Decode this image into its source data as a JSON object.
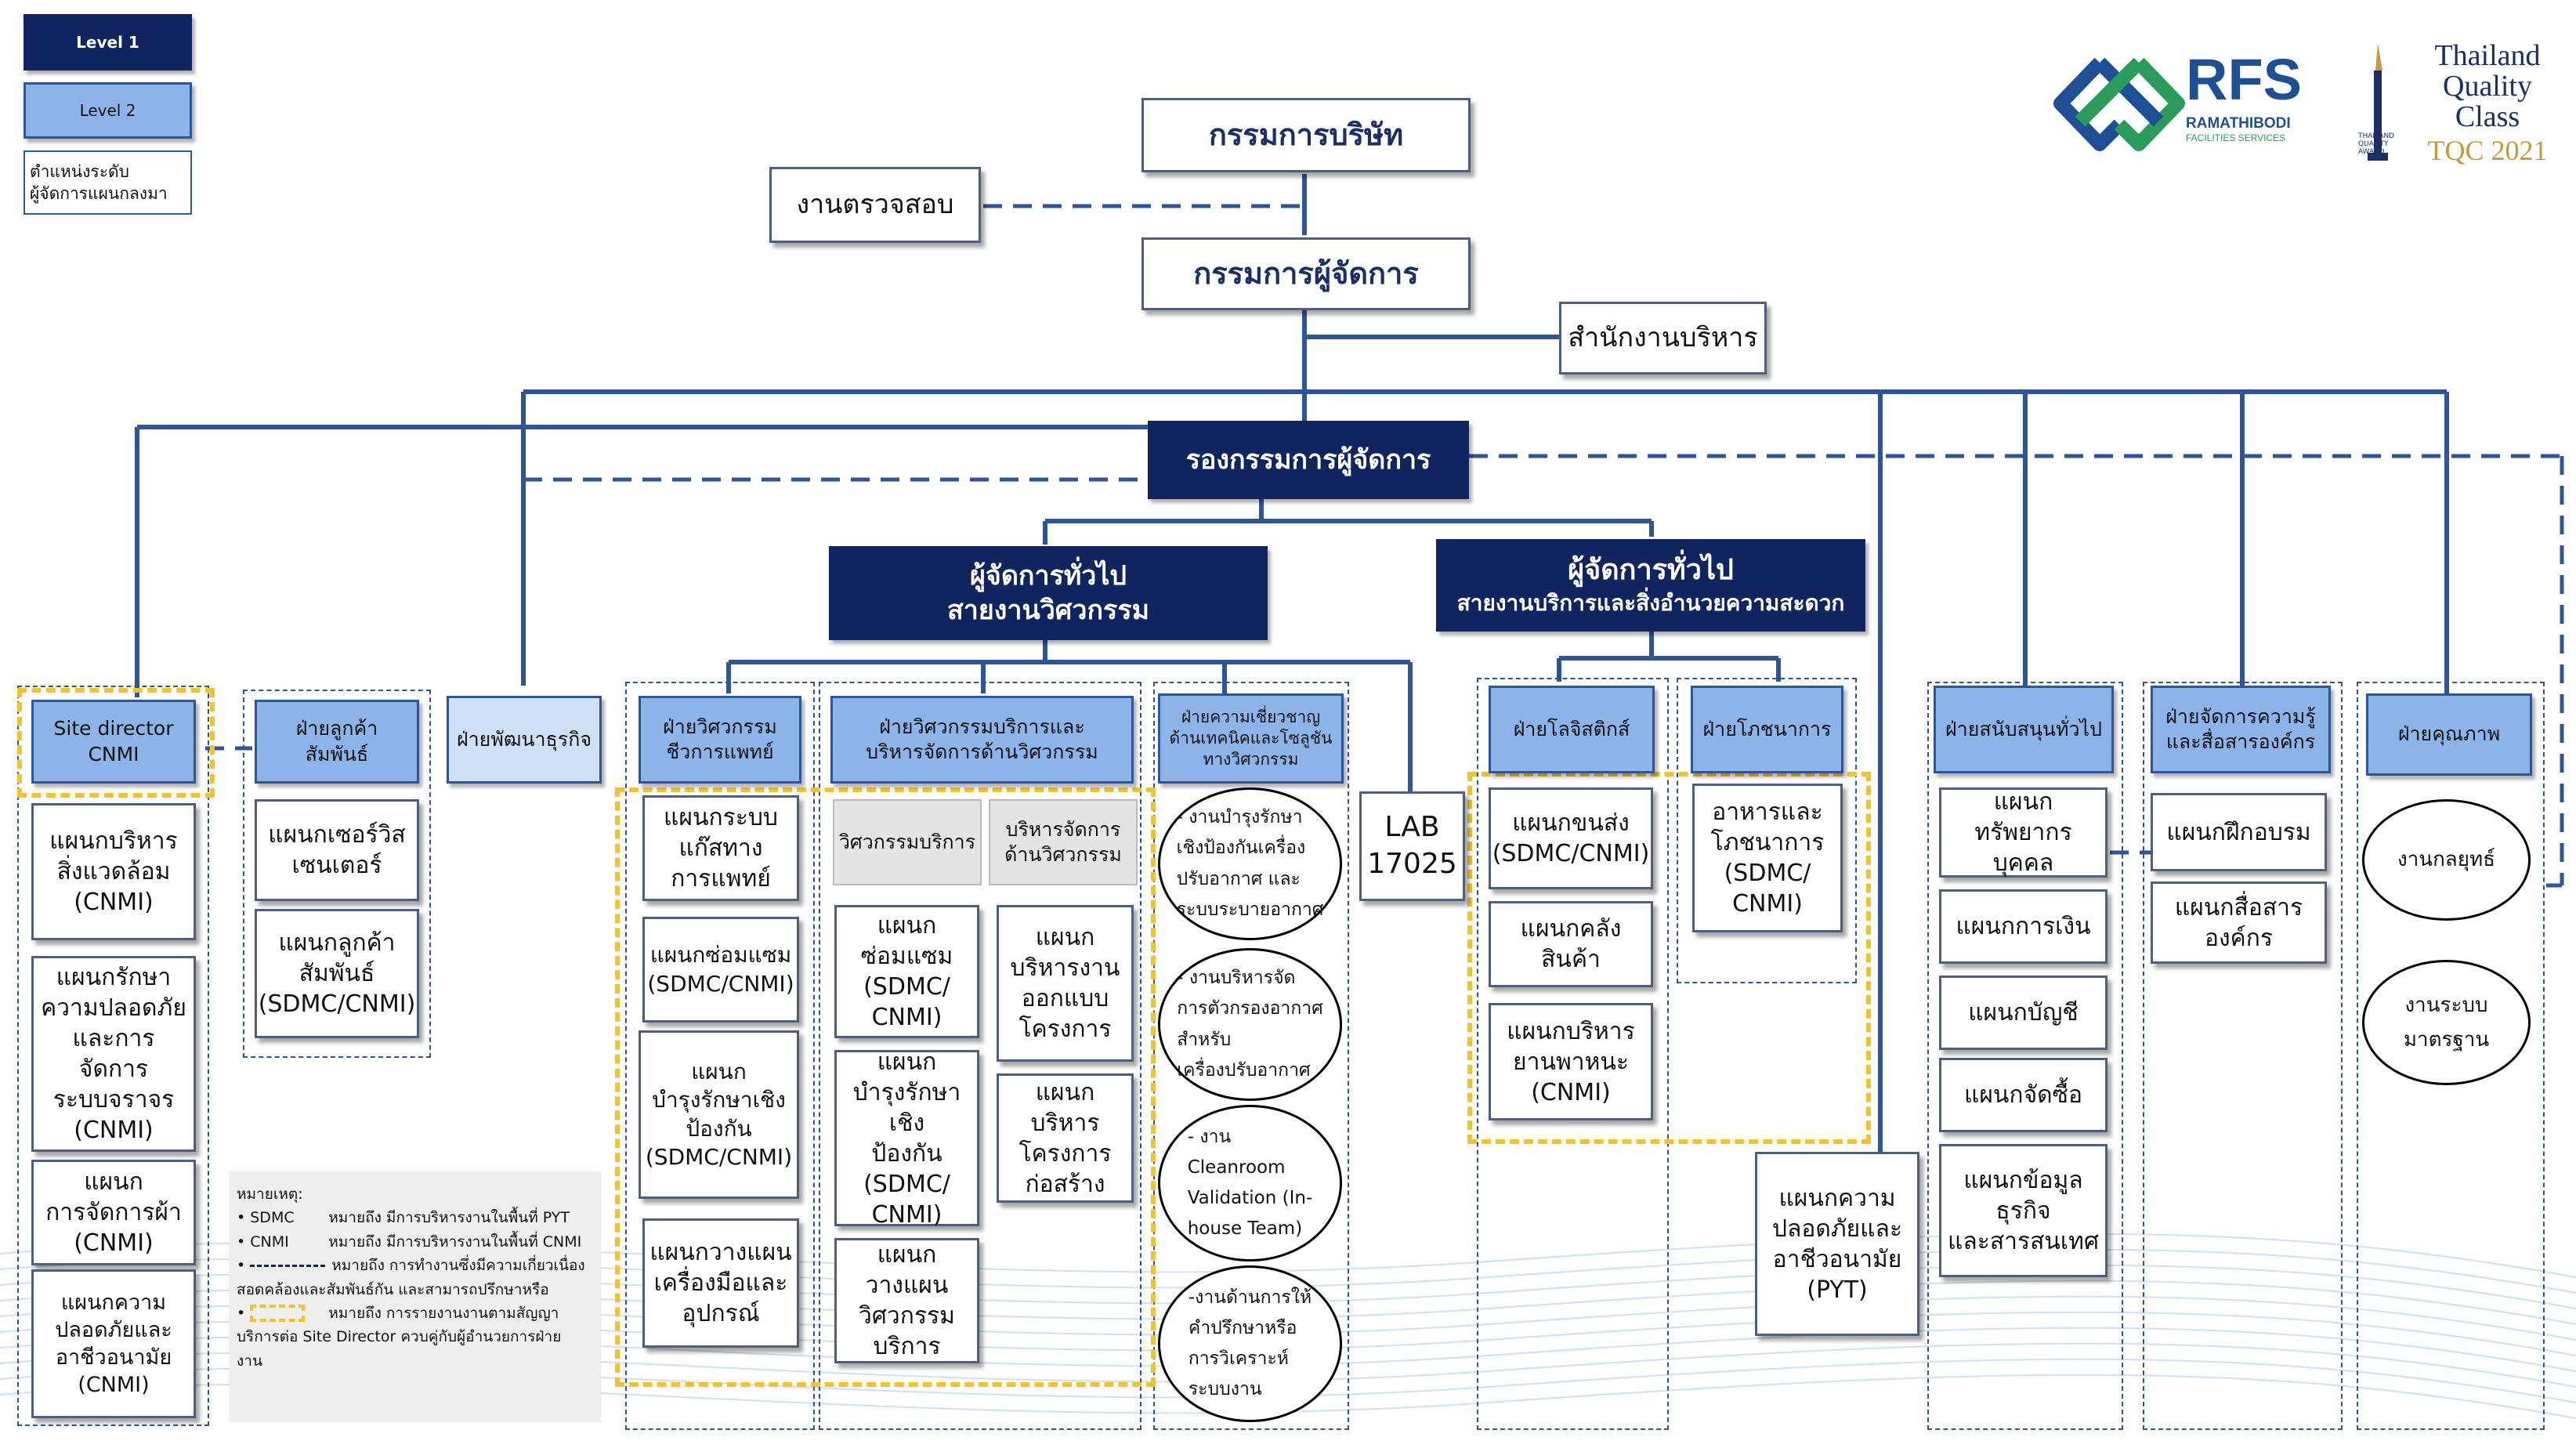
{
  "legend": {
    "level1": "Level 1",
    "level2": "Level 2",
    "position_note": "ตำแหน่งระดับ\nผู้จัดการแผนกลงมา"
  },
  "logos": {
    "rfs_main": "RFS",
    "rfs_sub1": "RAMATHIBODI",
    "rfs_sub2": "FACILITIES SERVICES",
    "tqc_1": "Thailand",
    "tqc_2": "Quality",
    "tqc_3": "Class",
    "tqc_year": "TQC 2021",
    "tqc_small": "THAILAND QUALITY AWARD"
  },
  "top": {
    "board": "กรรมการบริษัท",
    "audit": "งานตรวจสอบ",
    "md": "กรรมการผู้จัดการ",
    "admin_office": "สำนักงานบริหาร",
    "deputy_md": "รองกรรมการผู้จัดการ"
  },
  "gm_eng": {
    "line1": "ผู้จัดการทั่วไป",
    "line2": "สายงานวิศวกรรม"
  },
  "gm_svc": {
    "line1": "ผู้จัดการทั่วไป",
    "line2": "สายงานบริการและสิ่งอำนวยความสะดวก"
  },
  "site": {
    "title": "Site director\nCNMI",
    "items": [
      "แผนกบริหาร\nสิ่งแวดล้อม\n(CNMI)",
      "แผนกรักษา\nความปลอดภัย\nและการจัดการ\nระบบจราจร\n(CNMI)",
      "แผนก\nการจัดการผ้า\n(CNMI)",
      "แผนกความ\nปลอดภัยและ\nอาชีวอนามัย\n(CNMI)"
    ]
  },
  "customer": {
    "title": "ฝ่ายลูกค้า\nสัมพันธ์",
    "items": [
      "แผนกเซอร์วิส\nเซนเตอร์",
      "แผนกลูกค้า\nสัมพันธ์\n(SDMC/CNMI)"
    ]
  },
  "bizdev": {
    "title": "ฝ่ายพัฒนาธุรกิจ"
  },
  "medeng": {
    "title": "ฝ่ายวิศวกรรม\nชีวการแพทย์",
    "items": [
      "แผนกระบบ\nแก๊สทาง\nการแพทย์",
      "แผนกซ่อมแซม\n(SDMC/CNMI)",
      "แผนก\nบำรุงรักษาเชิง\nป้องกัน\n(SDMC/CNMI)",
      "แผนกวางแผน\nเครื่องมือและ\nอุปกรณ์"
    ]
  },
  "engsvc": {
    "title": "ฝ่ายวิศวกรรมบริการและ\nบริหารจัดการด้านวิศวกรรม",
    "sub_left": "วิศวกรรมบริการ",
    "sub_right": "บริหารจัดการ\nด้านวิศวกรรม",
    "left_items": [
      "แผนก\nซ่อมแซม\n(SDMC/\nCNMI)",
      "แผนก\nบำรุงรักษาเชิง\nป้องกัน\n(SDMC/\nCNMI)",
      "แผนกวางแผน\nวิศวกรรม\nบริการ"
    ],
    "right_items": [
      "แผนก\nบริหารงาน\nออกแบบ\nโครงการ",
      "แผนกบริหาร\nโครงการ\nก่อสร้าง"
    ]
  },
  "expert": {
    "title": "ฝ่ายความเชี่ยวชาญ\nด้านเทคนิคและโซลูชัน\nทางวิศวกรรม",
    "items": [
      "- งานบำรุงรักษา\nเชิงป้องกันเครื่อง\nปรับอากาศ และ\nระบบระบายอากาศ",
      "- งานบริหารจัด\nการตัวกรองอากาศ\nสำหรับ\nเครื่องปรับอากาศ",
      "- งาน\nCleanroom\nValidation (In-\nhouse Team)",
      "-งานด้านการให้\nคำปรึกษาหรือ\nการวิเคราะห์\nระบบงาน"
    ]
  },
  "lab": "LAB\n17025",
  "logistics": {
    "title": "ฝ่ายโลจิสติกส์",
    "items": [
      "แผนกขนส่ง\n(SDMC/CNMI)",
      "แผนกคลังสินค้า",
      "แผนกบริหาร\nยานพาหนะ\n(CNMI)"
    ]
  },
  "nutrition": {
    "title": "ฝ่ายโภชนาการ",
    "items": [
      "อาหารและ\nโภชนาการ\n(SDMC/\nCNMI)"
    ]
  },
  "pyt_safety": "แผนกความ\nปลอดภัยและ\nอาชีวอนามัย\n(PYT)",
  "support": {
    "title": "ฝ่ายสนับสนุนทั่วไป",
    "items": [
      "แผนกทรัพยากร\nบุคคล",
      "แผนกการเงิน",
      "แผนกบัญชี",
      "แผนกจัดซื้อ",
      "แผนกข้อมูลธุรกิจ\nและสารสนเทศ"
    ]
  },
  "knowledge": {
    "title": "ฝ่ายจัดการความรู้\nและสื่อสารองค์กร",
    "items": [
      "แผนกฝึกอบรม",
      "แผนกสื่อสาร\nองค์กร"
    ]
  },
  "quality": {
    "title": "ฝ่ายคุณภาพ",
    "items": [
      "งานกลยุทธ์",
      "งานระบบ\nมาตรฐาน"
    ]
  },
  "notes": {
    "heading": "หมายเหตุ:",
    "sdmc_key": "SDMC",
    "sdmc_text": "หมายถึง มีการบริหารงานในพื้นที่ PYT",
    "cnmi_key": "CNMI",
    "cnmi_text": "หมายถึง มีการบริหารงานในพื้นที่ CNMI",
    "dash_text": "หมายถึง การทำงานซึ่งมีความเกี่ยวเนื่อง",
    "dash_text2": "สอดคล้องและสัมพันธ์กัน และสามารถปรึกษาหรือ",
    "yellow_text": "หมายถึง การรายงานงานตามสัญญา",
    "yellow_text2": "บริการต่อ Site Director ควบคู่กับผู้อำนวยการฝ่าย",
    "yellow_text3": "งาน"
  },
  "colors": {
    "navy": "#10245f",
    "level2_blue": "#8db4e8",
    "line": "#2e5597",
    "yellow_dash": "#f2c230"
  }
}
